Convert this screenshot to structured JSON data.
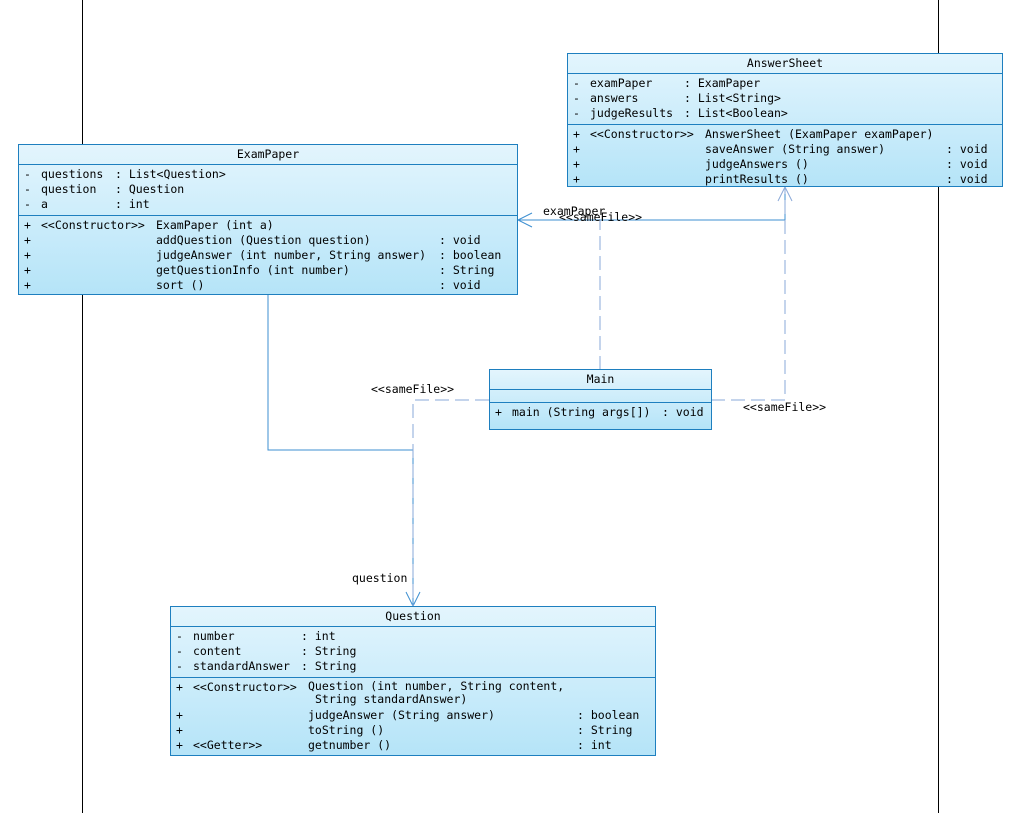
{
  "classes": {
    "answer_sheet": {
      "name": "AnswerSheet",
      "attributes": [
        {
          "vis": "-",
          "name": "examPaper",
          "type": ": ExamPaper"
        },
        {
          "vis": "-",
          "name": "answers",
          "type": ": List<String>"
        },
        {
          "vis": "-",
          "name": "judgeResults",
          "type": ": List<Boolean>"
        }
      ],
      "operations": [
        {
          "vis": "+",
          "stereo": "<<Constructor>>",
          "sig": "AnswerSheet (ExamPaper examPaper)",
          "ret": ""
        },
        {
          "vis": "+",
          "stereo": "",
          "sig": "saveAnswer (String answer)",
          "ret": ": void"
        },
        {
          "vis": "+",
          "stereo": "",
          "sig": "judgeAnswers ()",
          "ret": ": void"
        },
        {
          "vis": "+",
          "stereo": "",
          "sig": "printResults ()",
          "ret": ": void"
        }
      ]
    },
    "exam_paper": {
      "name": "ExamPaper",
      "attributes": [
        {
          "vis": "-",
          "name": "questions",
          "type": ": List<Question>"
        },
        {
          "vis": "-",
          "name": "question",
          "type": ": Question"
        },
        {
          "vis": "-",
          "name": "a",
          "type": ": int"
        }
      ],
      "operations": [
        {
          "vis": "+",
          "stereo": "<<Constructor>>",
          "sig": "ExamPaper (int a)",
          "ret": ""
        },
        {
          "vis": "+",
          "stereo": "",
          "sig": "addQuestion (Question question)",
          "ret": ": void"
        },
        {
          "vis": "+",
          "stereo": "",
          "sig": "judgeAnswer (int number, String answer)",
          "ret": ": boolean"
        },
        {
          "vis": "+",
          "stereo": "",
          "sig": "getQuestionInfo (int number)",
          "ret": ": String"
        },
        {
          "vis": "+",
          "stereo": "",
          "sig": "sort ()",
          "ret": ": void"
        }
      ]
    },
    "main": {
      "name": "Main",
      "operations": [
        {
          "vis": "+",
          "sig": "main (String args[])",
          "ret": ": void"
        }
      ]
    },
    "question": {
      "name": "Question",
      "attributes": [
        {
          "vis": "-",
          "name": "number",
          "type": ": int"
        },
        {
          "vis": "-",
          "name": "content",
          "type": ": String"
        },
        {
          "vis": "-",
          "name": "standardAnswer",
          "type": ": String"
        }
      ],
      "operations": [
        {
          "vis": "+",
          "stereo": "<<Constructor>>",
          "sig_line1": "Question (int number, String content,",
          "sig_line2": "String standardAnswer)",
          "ret": ""
        },
        {
          "vis": "+",
          "stereo": "",
          "sig": "judgeAnswer (String answer)",
          "ret": ": boolean"
        },
        {
          "vis": "+",
          "stereo": "",
          "sig": "toString ()",
          "ret": ": String"
        },
        {
          "vis": "+",
          "stereo": "<<Getter>>",
          "sig": "getnumber ()",
          "ret": ": int"
        }
      ]
    }
  },
  "connector_labels": {
    "exam_paper_role": "examPaper",
    "same_file_top": "<<sameFile>>",
    "same_file_left": "<<sameFile>>",
    "same_file_right": "<<sameFile>>",
    "question_role": "question"
  },
  "colors": {
    "border": "#1e7fbf",
    "fill_top": "#e3f5fd",
    "fill_bottom": "#b5e4f8",
    "connector": "#3d8fd1"
  }
}
